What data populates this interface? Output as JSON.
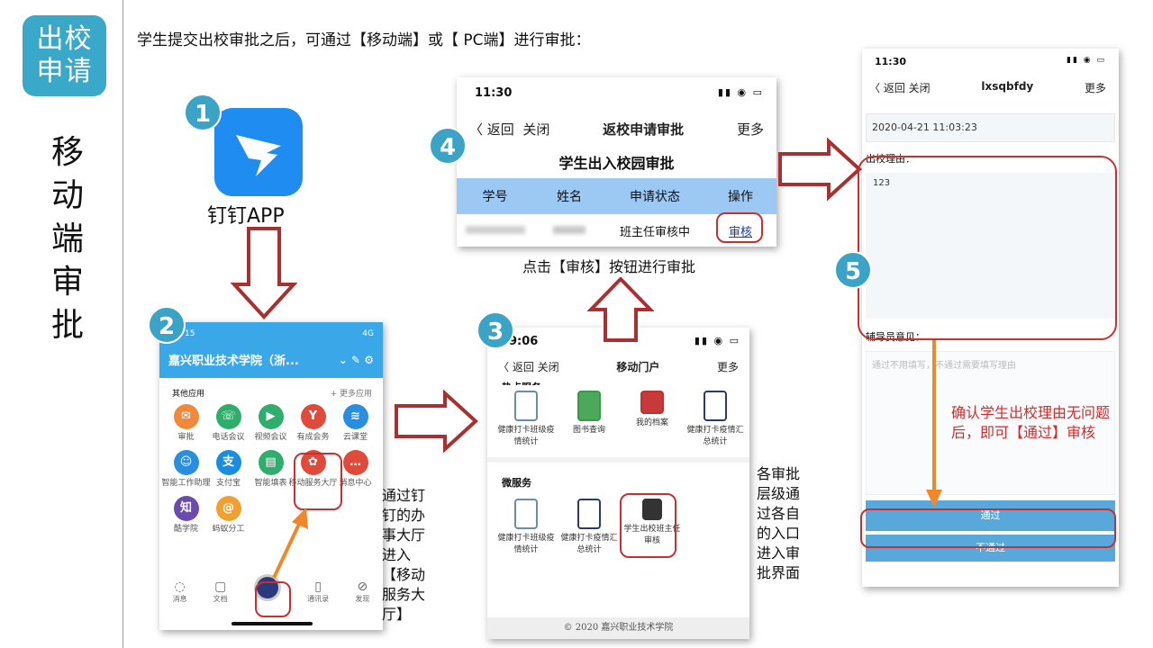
{
  "sidebar": {
    "badge_line1": "出校",
    "badge_line2": "申请",
    "vertical_title": [
      "移",
      "动",
      "端",
      "审",
      "批"
    ]
  },
  "intro_text": "学生提交出校审批之后，可通过【移动端】或【 PC端】进行审批：",
  "steps": [
    "1",
    "2",
    "3",
    "4",
    "5"
  ],
  "dingtalk": {
    "label": "钉钉APP"
  },
  "phone2": {
    "time": "15",
    "signal": "4G",
    "school": "嘉兴职业技术学院（浙...",
    "section": "其他应用",
    "more": "+ 更多应用",
    "apps": [
      {
        "label": "审批",
        "color": "#f08a3a",
        "glyph": "✉"
      },
      {
        "label": "电话会议",
        "color": "#2eae6a",
        "glyph": "☏"
      },
      {
        "label": "视频会议",
        "color": "#2eae6a",
        "glyph": "▶"
      },
      {
        "label": "有成会务",
        "color": "#e04a3a",
        "glyph": "Y"
      },
      {
        "label": "云课堂",
        "color": "#2a8ee0",
        "glyph": "≋"
      },
      {
        "label": "智能工作助理",
        "color": "#2a8ee0",
        "glyph": "☺"
      },
      {
        "label": "支付宝",
        "color": "#1a8de0",
        "glyph": "支"
      },
      {
        "label": "智能填表",
        "color": "#2eae6a",
        "glyph": "▤"
      },
      {
        "label": "移动服务大厅",
        "color": "#e04a3a",
        "glyph": "✿"
      },
      {
        "label": "消息中心",
        "color": "#e04a3a",
        "glyph": "…"
      },
      {
        "label": "酷学院",
        "color": "#6a4ab0",
        "glyph": "知"
      },
      {
        "label": "蚂蚁分工",
        "color": "#f0a030",
        "glyph": "@"
      }
    ],
    "tabs": [
      "消息",
      "文档",
      "",
      "通讯录",
      "发现"
    ]
  },
  "note2": "通过钉钉的办事大厅进入【移动服务大厅】",
  "phone3": {
    "time": "9:06",
    "back": "返回",
    "close": "关闭",
    "title": "移动门户",
    "more": "更多",
    "hot_section": "热点服务",
    "hot_items": [
      "健康打卡班级疫情统计",
      "图书查询",
      "我的档案",
      "健康打卡疫情汇总统计"
    ],
    "micro_section": "微服务",
    "micro_items": [
      "健康打卡班级疫情统计",
      "健康打卡疫情汇总统计",
      "学生出校班主任审核"
    ],
    "footer": "© 2020 嘉兴职业技术学院"
  },
  "note3": "各审批层级通过各自的入口进入审批界面",
  "phone4": {
    "time": "11:30",
    "back": "返回",
    "close": "关闭",
    "title": "返校申请审批",
    "more": "更多",
    "table_title": "学生出入校园审批",
    "headers": [
      "学号",
      "姓名",
      "申请状态",
      "操作"
    ],
    "row_status": "班主任审核中",
    "row_action": "审核"
  },
  "caption4": "点击【审核】按钮进行审批",
  "phone5": {
    "time": "11:30",
    "back": "返回",
    "close": "关闭",
    "title": "lxsqbfdy",
    "more": "更多",
    "date_value": "2020-04-21 11:03:23",
    "reason_label": "出校理由：",
    "reason_value": "123",
    "counselor_label": "辅导员意见：",
    "counselor_placeholder": "通过不用填写，不通过需要填写理由",
    "approve": "通过",
    "reject": "不通过"
  },
  "note5": "确认学生出校理由无问题后，即可【通过】审核",
  "colors": {
    "accent": "#3aa8c8",
    "red": "#c83030",
    "orange": "#f0882a",
    "blue_header": "#9cc8f4",
    "approve": "#58a8dc"
  }
}
